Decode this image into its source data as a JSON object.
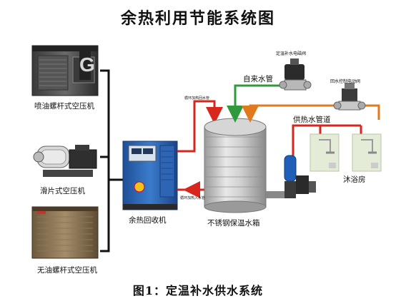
{
  "title": "余热利用节能系统图",
  "caption": "图1：定温补水供水系统",
  "labels": {
    "compressor_1": "喷油螺杆式空压机",
    "compressor_2": "滑片式空压机",
    "compressor_3": "无油螺杆式空压机",
    "recovery_unit": "余热回收机",
    "tank": "不锈钢保温水箱",
    "bathroom": "沐浴房",
    "tap_water_pipe": "自来水管",
    "supply_pipe": "供热水管道",
    "makeup_valve": "定温补水电磁阀",
    "return_valve": "回水控制电动阀",
    "hot_water_inlet": "循环加热回水管",
    "cold_water_outlet": "循环加热入水管"
  },
  "unit_badge_1": "G",
  "colors": {
    "tap_water": "#2e9a3c",
    "hot_water": "#e07a1c",
    "recirc": "#d9261c",
    "frame": "#111111"
  }
}
